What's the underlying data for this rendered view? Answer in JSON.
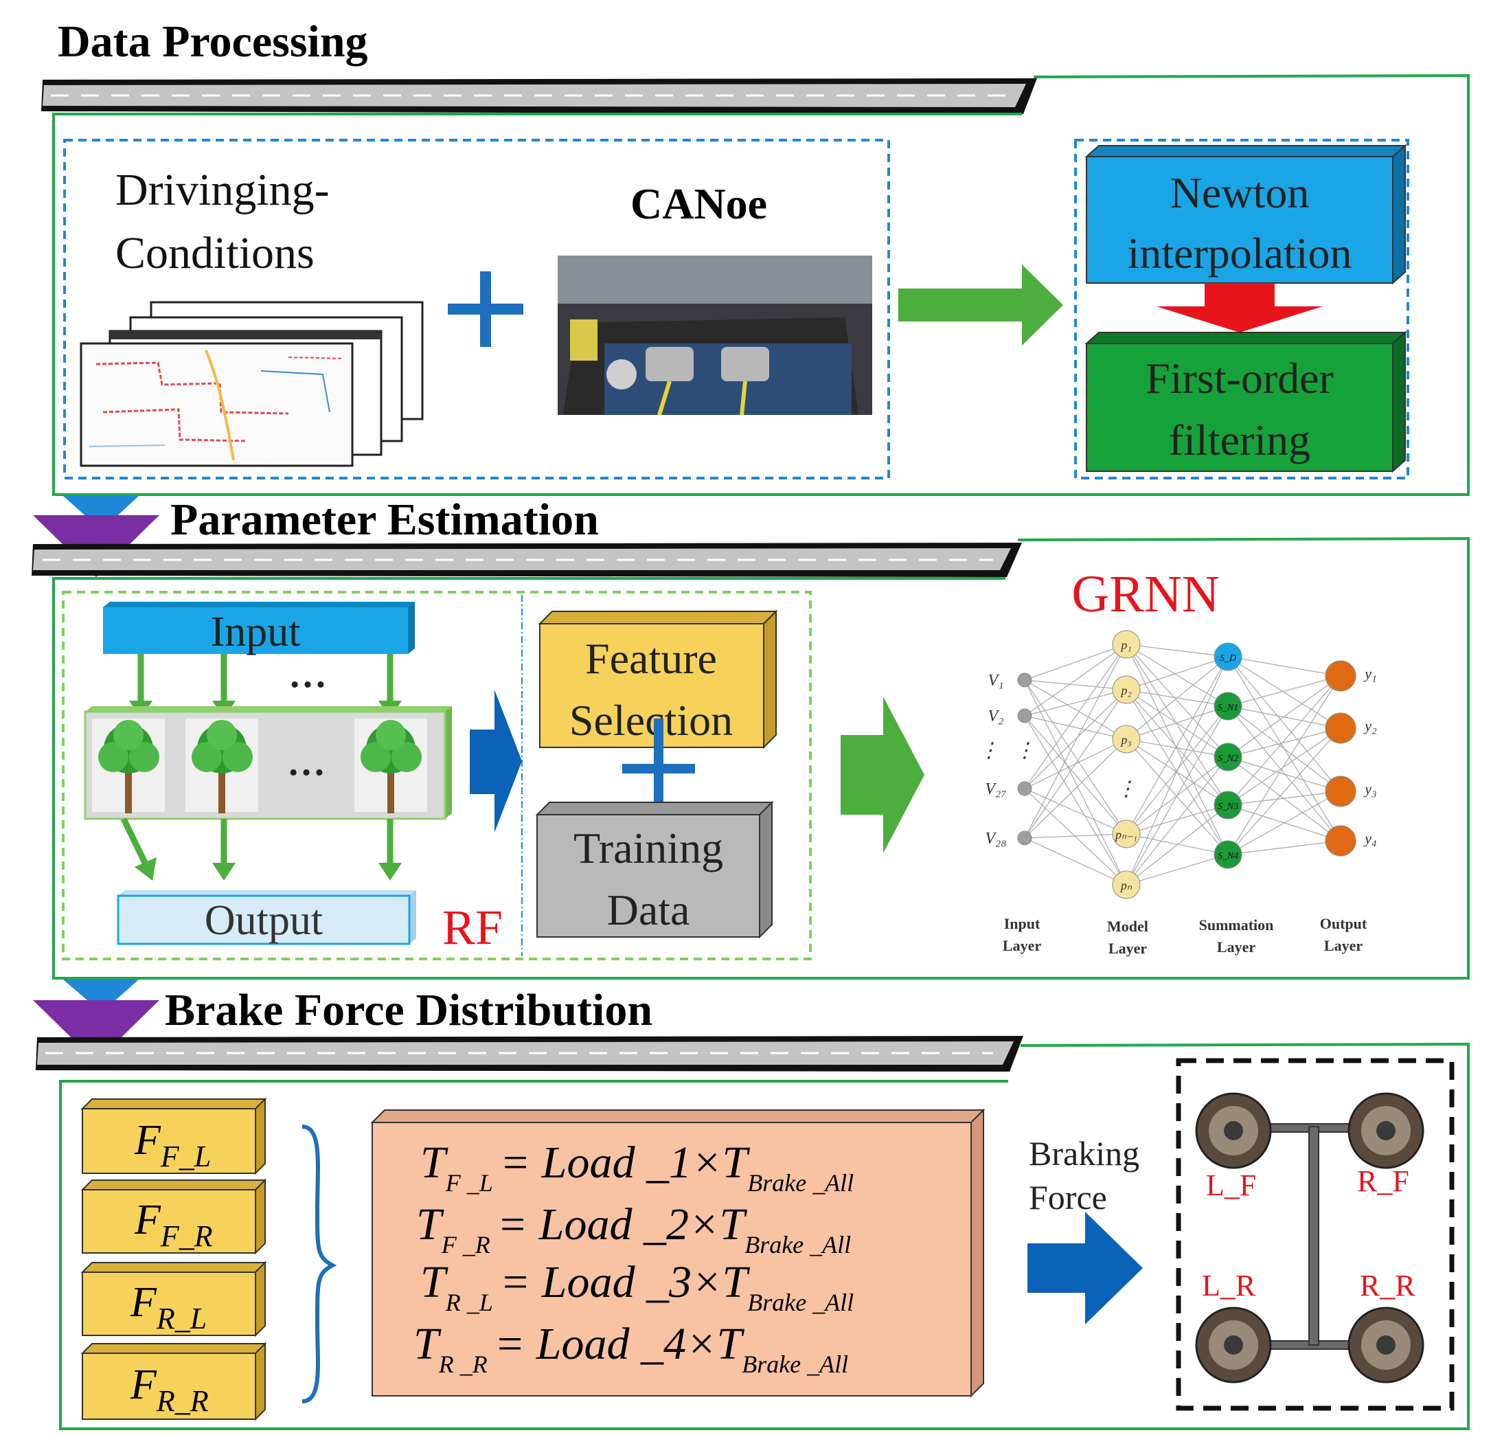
{
  "sections": {
    "data_processing": {
      "title": "Data Processing",
      "driving_line1": "Drivinging-",
      "driving_line2": "Conditions",
      "plus": "+",
      "canoe": "CANoe",
      "newton_line1": "Newton",
      "newton_line2": "interpolation",
      "filter_line1": "First-order",
      "filter_line2": "filtering"
    },
    "parameter_estimation": {
      "title": "Parameter Estimation",
      "rf_input": "Input",
      "rf_dots": "…",
      "rf_tree_dots": "…",
      "rf_output": "Output",
      "rf_label": "RF",
      "feature_line1": "Feature",
      "feature_line2": "Selection",
      "plus": "+",
      "training_line1": "Training",
      "training_line2": "Data",
      "grnn_title": "GRNN",
      "grnn_inputs": [
        "V₁",
        "V₂",
        "⋮",
        "V₂₇",
        "V₂₈"
      ],
      "grnn_pattern": [
        "p₁",
        "p₂",
        "p₃",
        "⋮",
        "pₙ₋₁",
        "pₙ"
      ],
      "grnn_summation": [
        "S_D",
        "S_N1",
        "S_N2",
        "S_N3",
        "S_N4"
      ],
      "grnn_outputs": [
        "y₁",
        "y₂",
        "y₃",
        "y₄"
      ],
      "layer_labels": [
        [
          "Input",
          "Layer"
        ],
        [
          "Model",
          "Layer"
        ],
        [
          "Summation",
          "Layer"
        ],
        [
          "Output",
          "Layer"
        ]
      ]
    },
    "brake_force": {
      "title": "Brake Force Distribution",
      "forces": [
        {
          "main": "F",
          "sub": "F_L"
        },
        {
          "main": "F",
          "sub": "F_R"
        },
        {
          "main": "F",
          "sub": "R_L"
        },
        {
          "main": "F",
          "sub": "R_R"
        }
      ],
      "equations": [
        {
          "lhs": "T",
          "lhs_sub": "F _L",
          "rhs": "= Load _1×T",
          "rhs_sub": "Brake _All"
        },
        {
          "lhs": "T",
          "lhs_sub": "F _R",
          "rhs": "= Load _2×T",
          "rhs_sub": "Brake _All"
        },
        {
          "lhs": "T",
          "lhs_sub": "R _L",
          "rhs": "= Load _3×T",
          "rhs_sub": "Brake _All"
        },
        {
          "lhs": "T",
          "lhs_sub": "R _R",
          "rhs": "= Load _4×T",
          "rhs_sub": "Brake _All"
        }
      ],
      "braking_line1": "Braking",
      "braking_line2": "Force",
      "wheels": [
        "L_F",
        "R_F",
        "L_R",
        "R_R"
      ]
    }
  },
  "colors": {
    "section_border": "#21a84a",
    "dashed_blue": "#1e88d6",
    "dashed_green": "#7fd05a",
    "cyan_box": "#1aa6e6",
    "green_box": "#16a23a",
    "yellow_box": "#f6d25a",
    "gray_box": "#b9b9b9",
    "peach_box": "#f8c3a3",
    "arrow_green": "#4cae3c",
    "arrow_blue": "#0b63b8",
    "chevron_purple": "#7a2ea4",
    "red": "#e8141c",
    "road_dark": "#111111",
    "road_gray": "#bdbdbd"
  }
}
